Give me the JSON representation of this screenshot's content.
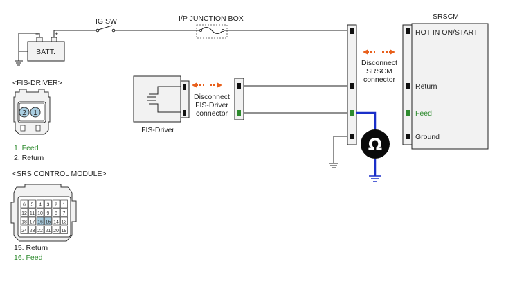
{
  "labels": {
    "ig_sw": "IG SW",
    "ip_box": "I/P JUNCTION BOX",
    "batt": "BATT.",
    "srscm_title": "SRSCM",
    "hot_in": "HOT IN ON/START",
    "return": "Return",
    "feed": "Feed",
    "ground": "Ground",
    "disc_srscm_1": "Disconnect",
    "disc_srscm_2": "SRSCM",
    "disc_srscm_3": "connector",
    "disc_fis_1": "Disconnect",
    "disc_fis_2": "FIS-Driver",
    "disc_fis_3": "connector",
    "fis_driver": "FIS-Driver",
    "fis_driver_hdr": "<FIS-DRIVER>",
    "fis_pin1": "1. Feed",
    "fis_pin2": "2. Return",
    "srs_module_hdr": "<SRS CONTROL MODULE>",
    "srs_pin15": "15. Return",
    "srs_pin16": "16. Feed",
    "ohm_symbol": "Ω",
    "fis_conn_pin_2": "2",
    "fis_conn_pin_1": "1"
  },
  "srs_connector_rows": [
    [
      "6",
      "5",
      "4",
      "3",
      "2",
      "1"
    ],
    [
      "12",
      "11",
      "10",
      "9",
      "8",
      "7"
    ],
    [
      "18",
      "17",
      "16",
      "15",
      "14",
      "13"
    ],
    [
      "24",
      "23",
      "22",
      "21",
      "20",
      "19"
    ]
  ],
  "colors": {
    "wire": "#222222",
    "feed_green": "#2e8b2e",
    "meter_blue": "#1a2fc9",
    "arrow_orange": "#e8601c",
    "pin_highlight": "#a9cde0",
    "box_fill": "#f2f2f2"
  }
}
